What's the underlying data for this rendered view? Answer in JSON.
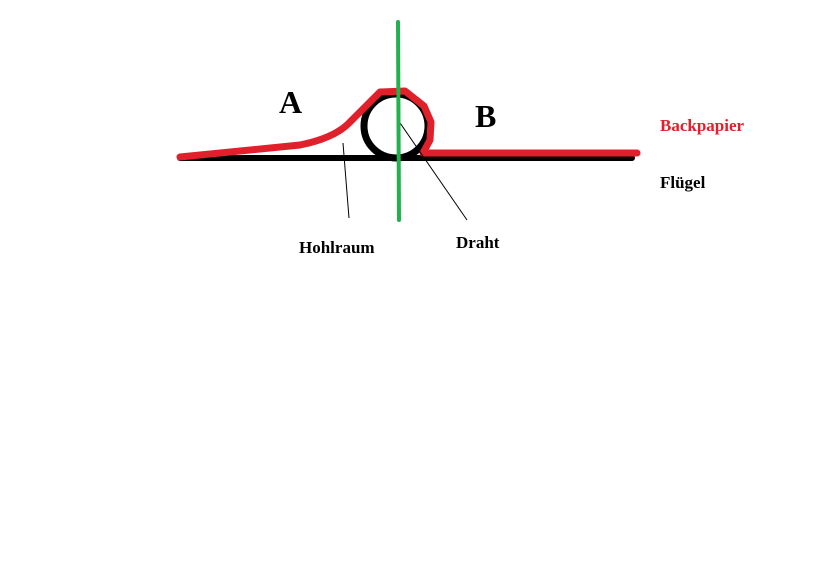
{
  "labels": {
    "region_a": "A",
    "region_b": "B",
    "backpapier": "Backpapier",
    "fluegel": "Flügel",
    "hohlraum": "Hohlraum",
    "draht": "Draht"
  },
  "colors": {
    "backpapier": "#e0202a",
    "fluegel": "#000000",
    "wire": "#000000",
    "axis": "#22b14c"
  }
}
